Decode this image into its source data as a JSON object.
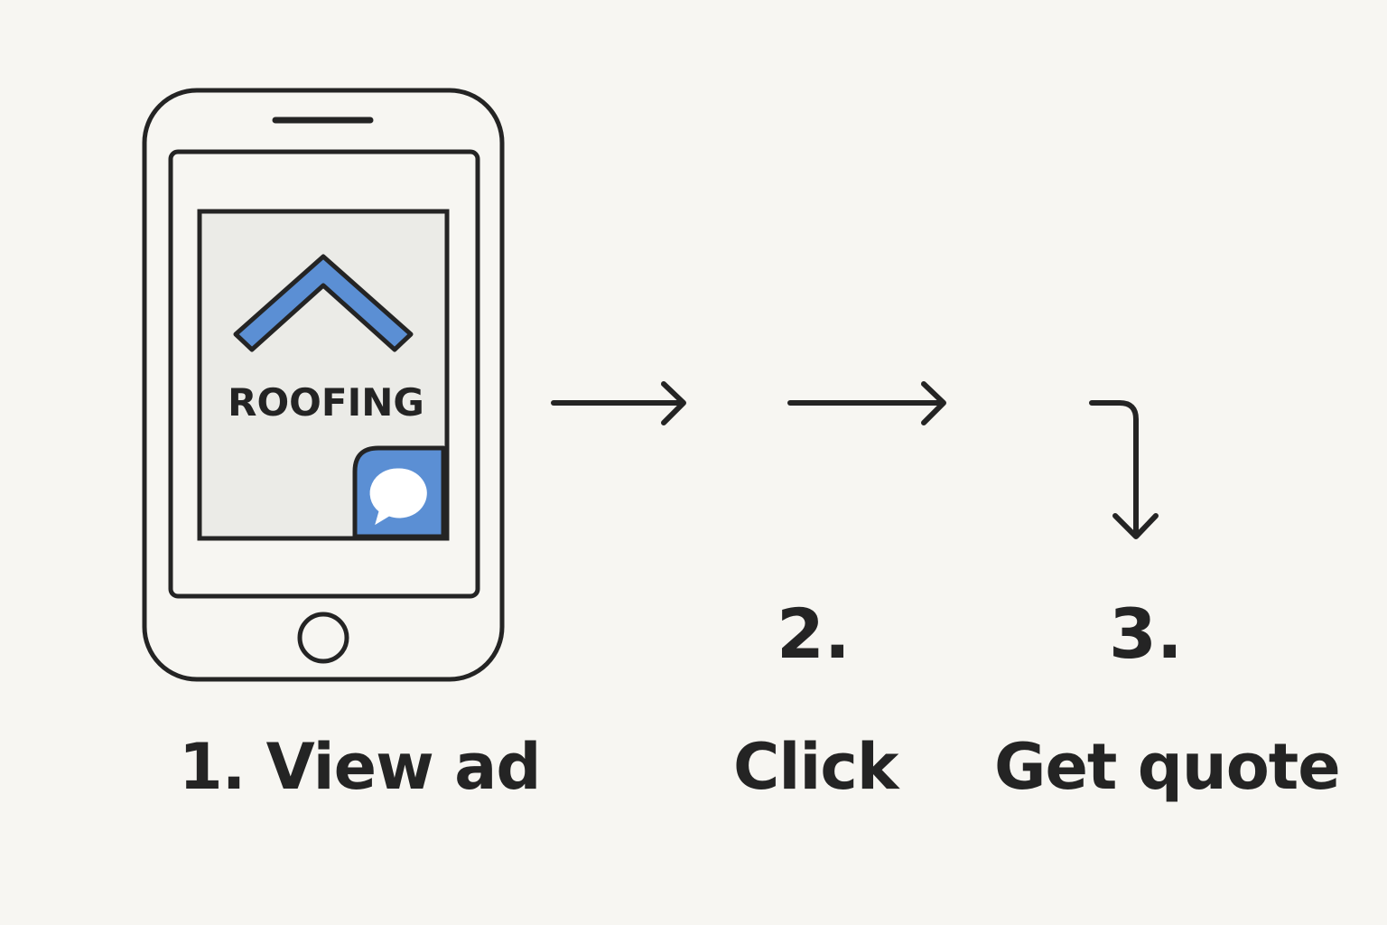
{
  "colors": {
    "background": "#f7f6f2",
    "ink": "#242424",
    "accent": "#5b8fd4",
    "screen_fill": "#ebebe7"
  },
  "phone": {
    "ad_title": "ROOFING",
    "ad_graphic_icon": "roof-icon",
    "chat_icon": "chat-bubble-icon"
  },
  "steps": [
    {
      "number": "",
      "label": "1. View ad"
    },
    {
      "number": "2.",
      "label": "Click"
    },
    {
      "number": "3.",
      "label": "Get quote"
    }
  ]
}
